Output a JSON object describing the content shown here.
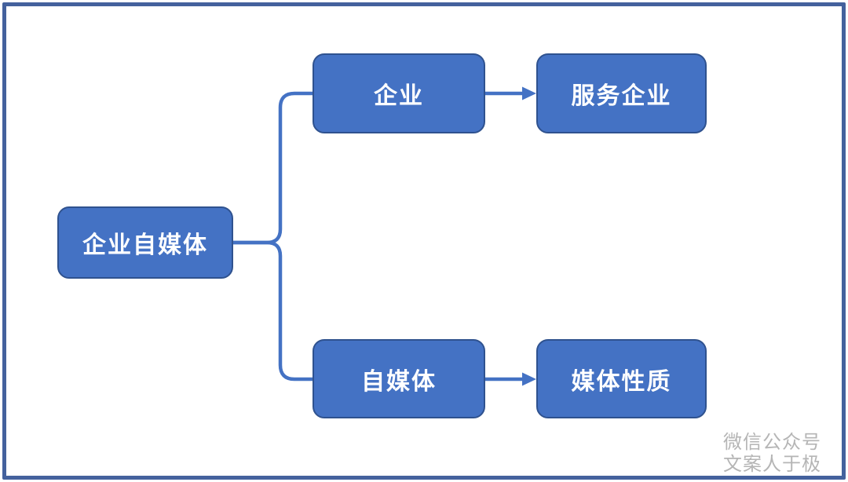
{
  "diagram": {
    "nodes": {
      "root": {
        "label": "企业自媒体"
      },
      "enterprise": {
        "label": "企业"
      },
      "serve_enterprise": {
        "label": "服务企业"
      },
      "self_media": {
        "label": "自媒体"
      },
      "media_nature": {
        "label": "媒体性质"
      }
    },
    "edges": [
      {
        "from": "root",
        "to": "enterprise",
        "style": "elbow-bracket",
        "arrow": false
      },
      {
        "from": "root",
        "to": "self_media",
        "style": "elbow-bracket",
        "arrow": false
      },
      {
        "from": "enterprise",
        "to": "serve_enterprise",
        "style": "straight",
        "arrow": true
      },
      {
        "from": "self_media",
        "to": "media_nature",
        "style": "straight",
        "arrow": true
      }
    ],
    "colors": {
      "node_fill": "#4472C4",
      "node_border": "#2F528F",
      "node_text": "#FFFFFF",
      "connector": "#4472C4",
      "frame_border": "#44619D",
      "watermark_text": "#B5B5B5"
    }
  },
  "watermark": {
    "line1": "微信公众号",
    "line2": "文案人于极"
  }
}
